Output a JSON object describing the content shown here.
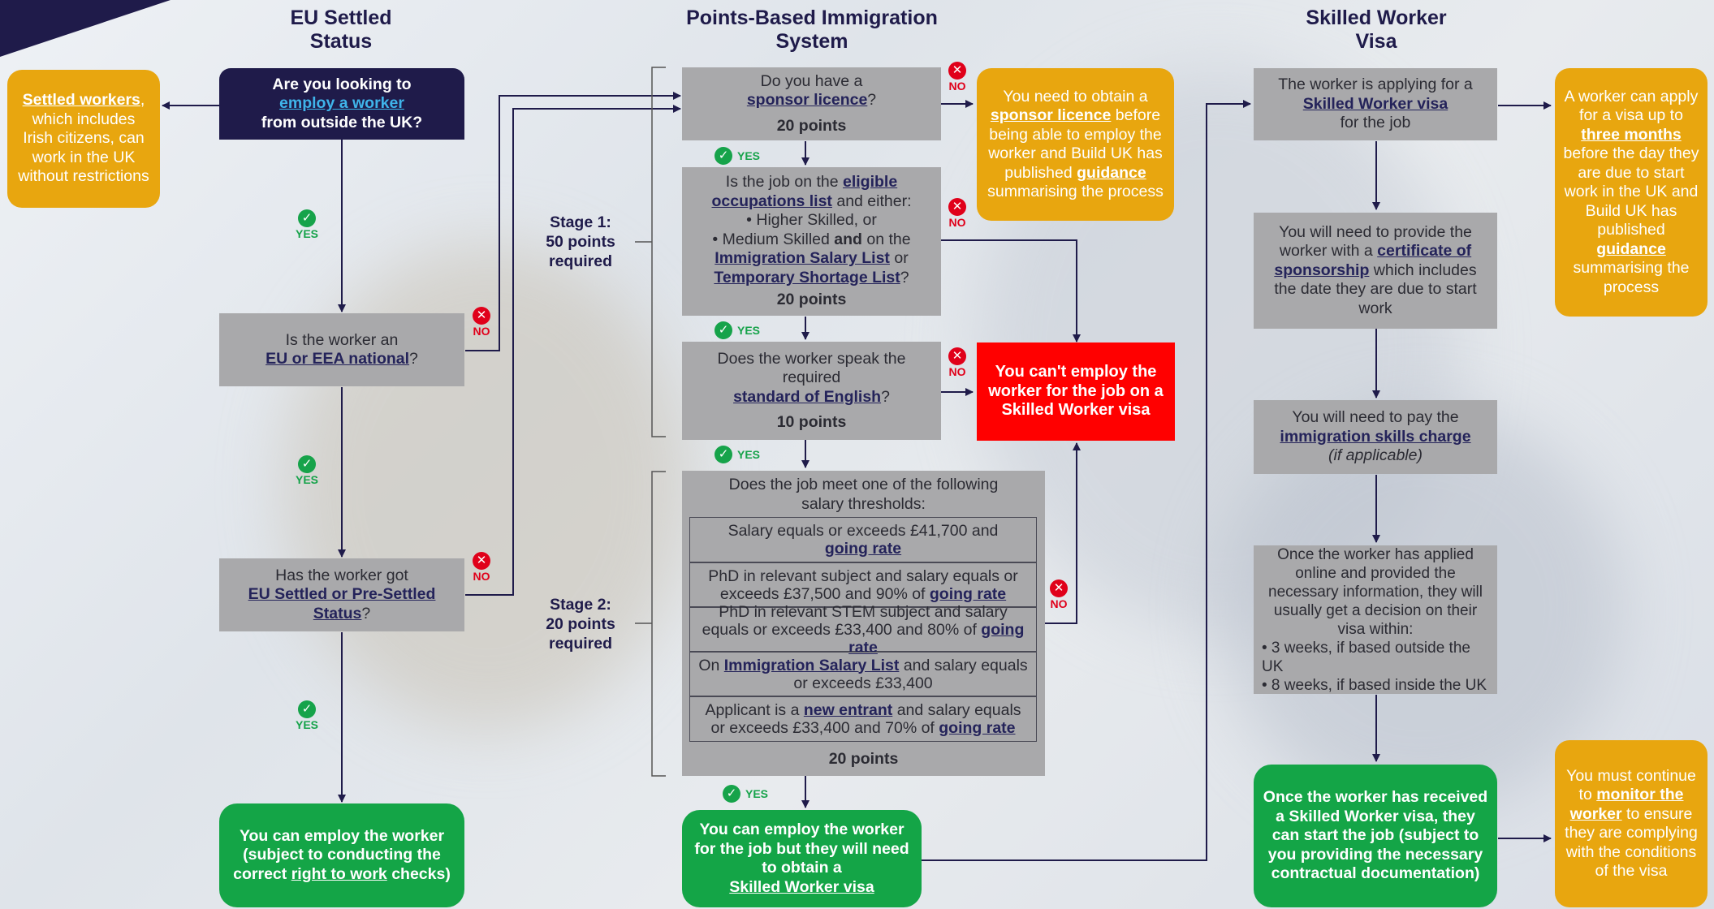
{
  "columns": {
    "eu": "EU Settled\nStatus",
    "pbis": "Points-Based Immigration\nSystem",
    "sw": "Skilled Worker\nVisa"
  },
  "eu": {
    "q1_pre": "Are you looking to",
    "q1_link": "employ a worker",
    "q1_post": "from outside the UK?",
    "settled_link": "Settled workers",
    "settled_text": ", which includes Irish citizens, can work in the UK without restrictions",
    "q2_pre": "Is the worker an",
    "q2_link": "EU or EEA national",
    "q2_post": "?",
    "q3_pre": "Has the worker got",
    "q3_link": "EU Settled or Pre-Settled Status",
    "q3_post": "?",
    "can_employ_pre": "You can employ the worker (subject to conducting the correct",
    "can_employ_link": "right to work",
    "can_employ_post": "checks)"
  },
  "pbis": {
    "stage1": "Stage 1:\n50 points\nrequired",
    "stage2": "Stage 2:\n20 points\nrequired",
    "sponsor_pre": "Do you have a",
    "sponsor_link": "sponsor licence",
    "sponsor_post": "?",
    "sponsor_pts": "20 points",
    "need_sponsor_pre": "You need to obtain a",
    "need_sponsor_link": "sponsor licence",
    "need_sponsor_mid": "before being able to employ the worker and Build UK has published",
    "need_sponsor_link2": "guidance",
    "need_sponsor_post": "summarising the process",
    "job_pre": "Is the job on the",
    "job_link": "eligible occupations list",
    "job_mid1": "and either:",
    "job_b1": "• Higher Skilled, or",
    "job_b2a": "• Medium Skilled",
    "job_b2b": "and",
    "job_b2c": "on the",
    "job_link2": "Immigration Salary List",
    "job_or": "or",
    "job_link3": "Temporary Shortage List",
    "job_post": "?",
    "job_pts": "20 points",
    "eng_pre": "Does the worker speak the required",
    "eng_link": "standard of English",
    "eng_post": "?",
    "eng_pts": "10 points",
    "cant_employ": "You can't employ the worker for the job on a Skilled Worker visa",
    "salary_head": "Does the job meet one of the following salary thresholds:",
    "t1_pre": "Salary equals or exceeds £41,700 and",
    "t1_link": "going rate",
    "t2_pre": "PhD in relevant subject and salary equals or exceeds £37,500 and 90% of",
    "t2_link": "going rate",
    "t3_pre": "PhD in relevant STEM subject and salary equals or exceeds £33,400 and 80% of",
    "t3_link": "going rate",
    "t4_pre": "On",
    "t4_link": "Immigration Salary List",
    "t4_post": "and salary equals or exceeds £33,400",
    "t5_pre": "Applicant is a",
    "t5_link": "new entrant",
    "t5_mid": "and salary equals or exceeds £33,400 and 70% of",
    "t5_link2": "going rate",
    "salary_pts": "20 points",
    "can_employ_visa_pre": "You can employ the worker for the job but they will need to obtain a",
    "can_employ_visa_link": "Skilled Worker visa"
  },
  "sw": {
    "apply_pre": "The worker is applying for a",
    "apply_link": "Skilled Worker visa",
    "apply_post": "for the job",
    "apply_side_pre": "A worker can apply for a visa up to",
    "apply_side_link": "three months",
    "apply_side_mid": "before the day they are due to start work in the UK and Build UK has published",
    "apply_side_link2": "guidance",
    "apply_side_post": "summarising the process",
    "cos_pre": "You will need to provide the worker with a",
    "cos_link": "certificate of sponsorship",
    "cos_post": "which includes the date they are due to start work",
    "isc_pre": "You will need to pay the",
    "isc_link": "immigration skills charge",
    "isc_post": "(if applicable)",
    "decision_text": "Once the worker has applied online and provided the necessary information, they will usually get a decision on their visa within:",
    "decision_b1": "• 3 weeks, if based outside the UK",
    "decision_b2": "• 8 weeks, if based inside the UK",
    "start_job": "Once the worker has received a Skilled Worker visa, they can start the job (subject to you providing the necessary contractual documentation)",
    "monitor_pre": "You must continue to",
    "monitor_link": "monitor the worker",
    "monitor_post": "to ensure they are complying with the conditions of the visa"
  },
  "badges": {
    "yes": "YES",
    "no": "NO",
    "yes_icon": "check-icon",
    "no_icon": "cross-icon"
  },
  "colors": {
    "navy": "#1f1b4a",
    "grey": "#a9a9ab",
    "amber": "#e8a60f",
    "red": "#ff0000",
    "green": "#14a547",
    "yes": "#16a34a",
    "no": "#e0001a"
  }
}
